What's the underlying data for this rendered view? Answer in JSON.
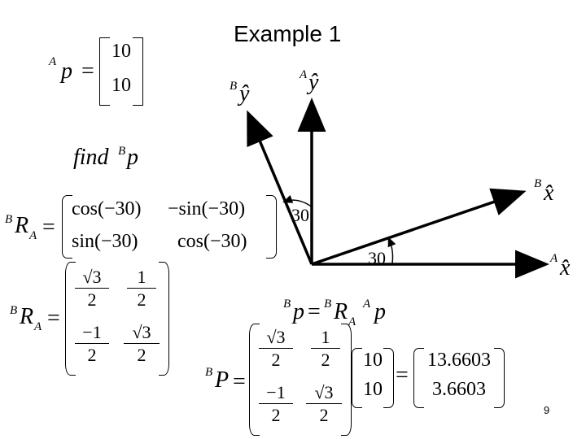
{
  "title": "Example 1",
  "page_number": "9",
  "given": {
    "frame_sup": "A",
    "symbol": "p",
    "eq": "=",
    "vector": [
      "10",
      "10"
    ]
  },
  "find": {
    "text": "find",
    "sup": "B",
    "symbol": "p"
  },
  "rotation_def": {
    "sup": "B",
    "symbol": "R",
    "sub": "A",
    "eq": "=",
    "cells": [
      "cos(−30)",
      "−sin(−30)",
      "sin(−30)",
      "cos(−30)"
    ]
  },
  "rotation_eval": {
    "sup": "B",
    "symbol": "R",
    "sub": "A",
    "eq": "=",
    "cells": [
      {
        "num": "√3",
        "den": "2"
      },
      {
        "num": "1",
        "den": "2"
      },
      {
        "num": "−1",
        "den": "2"
      },
      {
        "num": "√3",
        "den": "2"
      }
    ]
  },
  "transform_eq": {
    "lhs_sup": "B",
    "lhs": "p",
    "eq": "=",
    "r_sup": "B",
    "r": "R",
    "r_sub": "A",
    "p_sup": "A",
    "p": "p"
  },
  "result": {
    "sup": "B",
    "symbol": "P",
    "eq1": "=",
    "matrix": [
      {
        "num": "√3",
        "den": "2"
      },
      {
        "num": "1",
        "den": "2"
      },
      {
        "num": "−1",
        "den": "2"
      },
      {
        "num": "√3",
        "den": "2"
      }
    ],
    "vector": [
      "10",
      "10"
    ],
    "eq2": "=",
    "answer": [
      "13.6603",
      "3.6603"
    ]
  },
  "diagram": {
    "axes": [
      {
        "sup": "A",
        "label": "x̂",
        "name": "frame A x-axis"
      },
      {
        "sup": "A",
        "label": "ŷ",
        "name": "frame A y-axis"
      },
      {
        "sup": "B",
        "label": "x̂",
        "name": "frame B x-axis"
      },
      {
        "sup": "B",
        "label": "ŷ",
        "name": "frame B y-axis"
      }
    ],
    "angle_labels": [
      "30",
      "30"
    ],
    "angle_deg": 30
  }
}
